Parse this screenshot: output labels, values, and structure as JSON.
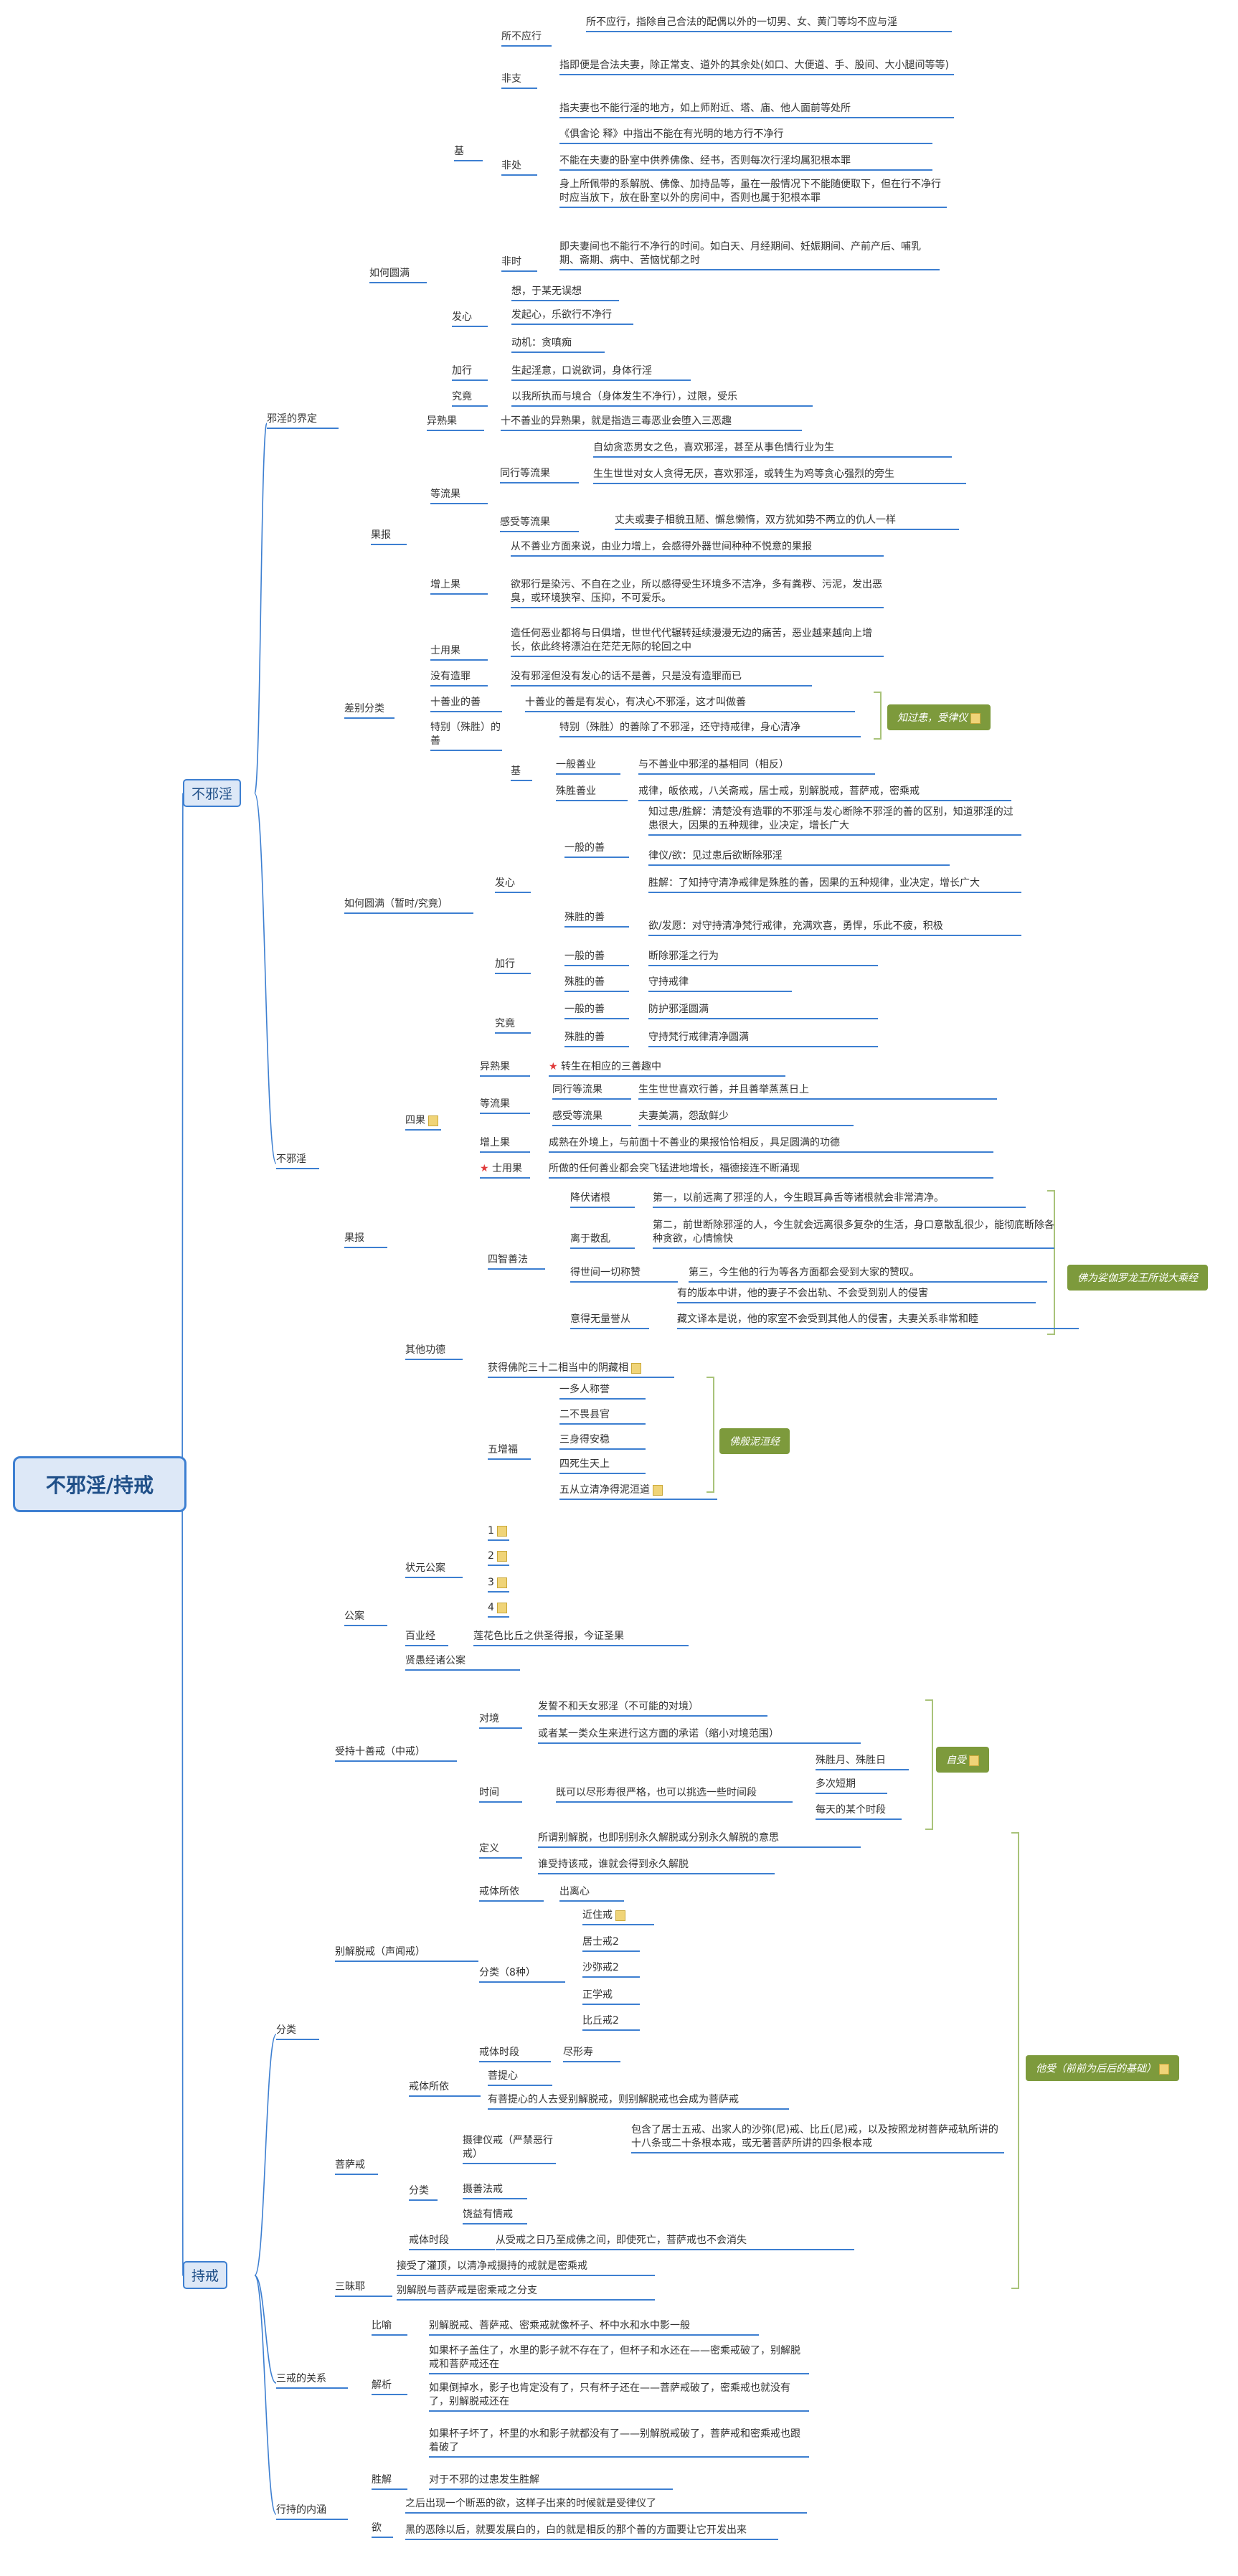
{
  "root": "不邪淫/持戒",
  "l1": [
    "不邪淫",
    "持戒"
  ],
  "tags": [
    "知过患，受律仪",
    "佛为娑伽罗龙王所说大乘经",
    "佛般泥洹经",
    "自受",
    "他受（前前为后后的基础）"
  ],
  "nodes": [
    "邪淫的界定",
    "如何圆满",
    "基",
    "所不应行",
    "所不应行，指除自己合法的配偶以外的一切男、女、黄门等均不应与淫",
    "非支",
    "指即便是合法夫妻，除正常支、道外的其余处(如口、大便道、手、股间、大小腿间等等)",
    "非处",
    "指夫妻也不能行淫的地方，如上师附近、塔、庙、他人面前等处所",
    "《俱舍论 释》中指出不能在有光明的地方行不净行",
    "不能在夫妻的卧室中供养佛像、经书，否则每次行淫均属犯根本罪",
    "身上所佩带的系解脱、佛像、加持品等，虽在一般情况下不能随便取下，但在行不净行时应当放下，放在卧室以外的房间中，否则也属于犯根本罪",
    "非时",
    "即夫妻间也不能行不净行的时间。如白天、月经期间、妊娠期间、产前产后、哺乳期、斋期、病中、苦恼忧郁之时",
    "发心",
    "想，于某无误想",
    "发起心，乐欲行不净行",
    "动机：贪嗔痴",
    "加行",
    "生起淫意，口说欲词，身体行淫",
    "究竟",
    "以我所执而与境合（身体发生不净行），过限，受乐",
    "果报",
    "异熟果",
    "十不善业的异熟果，就是指造三毒恶业会堕入三恶趣",
    "等流果",
    "同行等流果",
    "自幼贪恋男女之色，喜欢邪淫，甚至从事色情行业为生",
    "生生世世对女人贪得无厌，喜欢邪淫，或转生为鸡等贪心强烈的旁生",
    "感受等流果",
    "丈夫或妻子相貌丑陋、懈怠懒惰，双方犹如势不两立的仇人一样",
    "增上果",
    "从不善业方面来说，由业力增上，会感得外器世间种种不悦意的果报",
    "欲邪行是染污、不自在之业，所以感得受生环境多不洁净，多有粪秽、污泥，发出恶臭，或环境狭窄、压抑，不可爱乐。",
    "士用果",
    "造任何恶业都将与日俱增，世世代代辗转延续漫漫无边的痛苦，恶业越来越向上增长，依此终将漂泊在茫茫无际的轮回之中",
    "不邪淫",
    "差别分类",
    "没有造罪",
    "没有邪淫但没有发心的话不是善，只是没有造罪而已",
    "十善业的善",
    "十善业的善是有发心，有决心不邪淫，这才叫做善",
    "特别（殊胜）的善",
    "特别（殊胜）的善除了不邪淫，还守持戒律，身心清净",
    "如何圆满（暂时/究竟）",
    "基",
    "一般善业",
    "与不善业中邪淫的基相同（相反）",
    "殊胜善业",
    "戒律，皈依戒，八关斋戒，居士戒，别解脱戒，菩萨戒，密乘戒",
    "发心",
    "一般的善",
    "知过患/胜解：清楚没有造罪的不邪淫与发心断除不邪淫的善的区别，知道邪淫的过患很大，因果的五种规律，业决定，增长广大",
    "律仪/欲：见过患后欲断除邪淫",
    "殊胜的善",
    "胜解：了知持守清净戒律是殊胜的善，因果的五种规律，业决定，增长广大",
    "欲/发愿：对守持清净梵行戒律，充满欢喜，勇悍，乐此不疲，积极",
    "加行",
    "一般的善",
    "断除邪淫之行为",
    "殊胜的善",
    "守持戒律",
    "究竟",
    "一般的善",
    "防护邪淫圆满",
    "殊胜的善",
    "守持梵行戒律清净圆满",
    "果报",
    "四果",
    "异熟果",
    "转生在相应的三善趣中",
    "等流果",
    "同行等流果",
    "生生世世喜欢行善，并且善举蒸蒸日上",
    "感受等流果",
    "夫妻美满，怨敌鲜少",
    "增上果",
    "成熟在外境上，与前面十不善业的果报恰恰相反，具足圆满的功德",
    "士用果",
    "所做的任何善业都会突飞猛进地增长，福德接连不断涌现",
    "其他功德",
    "四智善法",
    "降伏诸根",
    "第一，以前远离了邪淫的人，今生眼耳鼻舌等诸根就会非常清净。",
    "离于散乱",
    "第二，前世断除邪淫的人，今生就会远离很多复杂的生活，身口意散乱很少，能彻底断除各种贪欲，心情愉快",
    "得世间一切称赞",
    "第三，今生他的行为等各方面都会受到大家的赞叹。",
    "意得无量誉从",
    "有的版本中讲，他的妻子不会出轨、不会受到别人的侵害",
    "藏文译本是说，他的家室不会受到其他人的侵害，夫妻关系非常和睦",
    "获得佛陀三十二相当中的阴藏相",
    "五增福",
    "一多人称誉",
    "二不畏县官",
    "三身得安稳",
    "四死生天上",
    "五从立清净得泥洹道",
    "公案",
    "状元公案",
    "1",
    "2",
    "3",
    "4",
    "百业经",
    "莲花色比丘之供圣得报，今证圣果",
    "贤愚经诸公案",
    "分类",
    "受持十善戒（中戒）",
    "对境",
    "发誓不和天女邪淫（不可能的对境）",
    "或者某一类众生来进行这方面的承诺（缩小对境范围）",
    "时间",
    "既可以尽形寿很严格，也可以挑选一些时间段",
    "殊胜月、殊胜日",
    "多次短期",
    "每天的某个时段",
    "别解脱戒（声闻戒）",
    "定义",
    "所谓别解脱，也即别别永久解脱或分别永久解脱的意思",
    "谁受持该戒，谁就会得到永久解脱",
    "戒体所依",
    "出离心",
    "分类（8种）",
    "近住戒",
    "居士戒2",
    "沙弥戒2",
    "正学戒",
    "比丘戒2",
    "戒体时段",
    "尽形寿",
    "菩萨戒",
    "戒体所依",
    "菩提心",
    "有菩提心的人去受别解脱戒，则别解脱戒也会成为菩萨戒",
    "分类",
    "摄律仪戒（严禁恶行戒）",
    "包含了居士五戒、出家人的沙弥(尼)戒、比丘(尼)戒，以及按照龙树菩萨戒轨所讲的十八条或二十条根本戒，或无著菩萨所讲的四条根本戒",
    "摄善法戒",
    "饶益有情戒",
    "戒体时段",
    "从受戒之日乃至成佛之间，即使死亡，菩萨戒也不会消失",
    "三昧耶",
    "接受了灌顶，以清净戒摄持的戒就是密乘戒",
    "别解脱与菩萨戒是密乘戒之分支",
    "三戒的关系",
    "比喻",
    "别解脱戒、菩萨戒、密乘戒就像杯子、杯中水和水中影一般",
    "解析",
    "如果杯子盖住了，水里的影子就不存在了，但杯子和水还在——密乘戒破了，别解脱戒和菩萨戒还在",
    "如果倒掉水，影子也肯定没有了，只有杯子还在——菩萨戒破了，密乘戒也就没有了，别解脱戒还在",
    "如果杯子坏了，杯里的水和影子就都没有了——别解脱戒破了，菩萨戒和密乘戒也跟着破了",
    "行持的内涵",
    "胜解",
    "对于不邪的过患发生胜解",
    "欲",
    "之后出现一个断恶的欲，这样子出来的时候就是受律仪了",
    "黑的恶除以后，就要发展白的，白的就是相反的那个善的方面要让它开发出来"
  ]
}
